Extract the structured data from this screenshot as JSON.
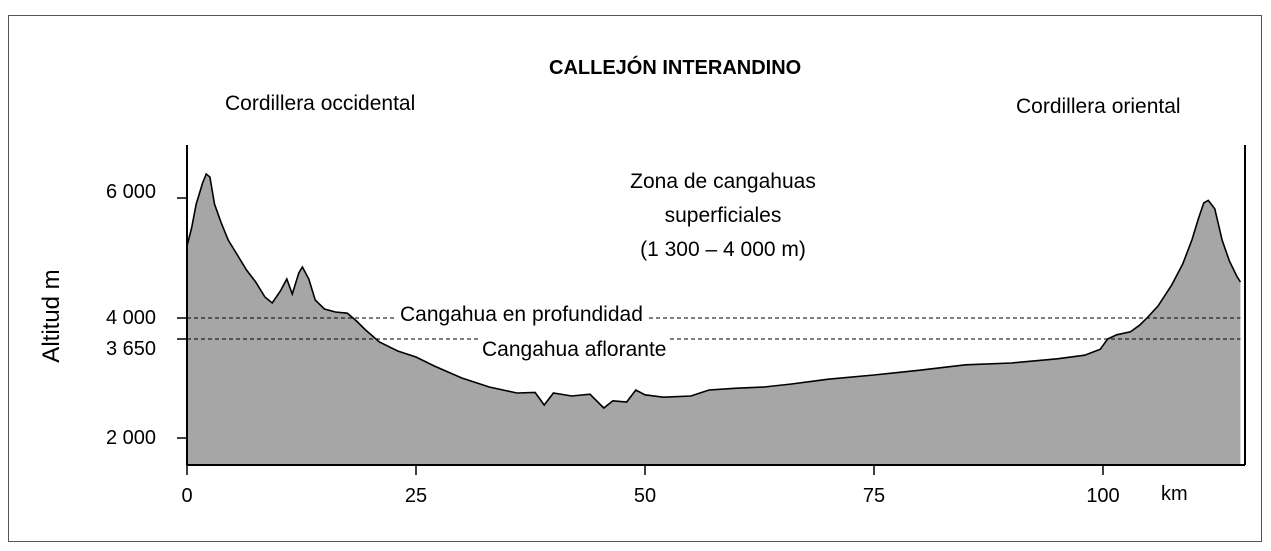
{
  "header": {
    "title": "CALLEJÓN INTERANDINO",
    "west_label": "Cordillera occidental",
    "east_label": "Cordillera oriental"
  },
  "annotations": {
    "zone_line1": "Zona de cangahuas",
    "zone_line2": "superficiales",
    "zone_line3": "(1 300 – 4 000 m)",
    "deep": "Cangahua en profundidad",
    "outcrop": "Cangahua aflorante"
  },
  "axes": {
    "y_title": "Altitud m",
    "y_ticks": [
      {
        "value": 6000,
        "label": "6 000"
      },
      {
        "value": 4000,
        "label": "4 000"
      },
      {
        "value": 3650,
        "label": "3 650"
      },
      {
        "value": 2000,
        "label": "2 000"
      }
    ],
    "x_ticks": [
      {
        "value": 0,
        "label": "0"
      },
      {
        "value": 25,
        "label": "25"
      },
      {
        "value": 50,
        "label": "50"
      },
      {
        "value": 75,
        "label": "75"
      },
      {
        "value": 100,
        "label": "100"
      }
    ],
    "x_unit": "km"
  },
  "colors": {
    "fill": "#a6a6a6",
    "outline": "#000000",
    "dashes": "#000000"
  },
  "chart_data": {
    "type": "area",
    "x_unit": "km",
    "y_unit": "m",
    "xlim": [
      0,
      115
    ],
    "reference_lines": [
      {
        "y": 4000,
        "label": "Cangahua en profundidad"
      },
      {
        "y": 3650,
        "label": "Cangahua aflorante"
      }
    ],
    "profile": [
      [
        0,
        5200
      ],
      [
        0.5,
        5500
      ],
      [
        1,
        5900
      ],
      [
        1.7,
        6250
      ],
      [
        2.1,
        6400
      ],
      [
        2.5,
        6350
      ],
      [
        3,
        5900
      ],
      [
        3.7,
        5600
      ],
      [
        4.5,
        5300
      ],
      [
        5.5,
        5050
      ],
      [
        6.5,
        4800
      ],
      [
        7.5,
        4600
      ],
      [
        8.5,
        4350
      ],
      [
        9.3,
        4250
      ],
      [
        10.2,
        4450
      ],
      [
        10.9,
        4650
      ],
      [
        11.5,
        4400
      ],
      [
        12.2,
        4750
      ],
      [
        12.6,
        4850
      ],
      [
        13.3,
        4650
      ],
      [
        14,
        4300
      ],
      [
        15,
        4150
      ],
      [
        16.2,
        4100
      ],
      [
        17.5,
        4080
      ],
      [
        18.5,
        3950
      ],
      [
        19.5,
        3800
      ],
      [
        21,
        3600
      ],
      [
        23,
        3450
      ],
      [
        25,
        3350
      ],
      [
        27,
        3200
      ],
      [
        30,
        3000
      ],
      [
        33,
        2850
      ],
      [
        36,
        2750
      ],
      [
        38,
        2760
      ],
      [
        39,
        2550
      ],
      [
        40,
        2750
      ],
      [
        42,
        2700
      ],
      [
        44,
        2730
      ],
      [
        45.5,
        2500
      ],
      [
        46.5,
        2620
      ],
      [
        48,
        2600
      ],
      [
        49,
        2800
      ],
      [
        50,
        2720
      ],
      [
        52,
        2680
      ],
      [
        55,
        2700
      ],
      [
        57,
        2800
      ],
      [
        60,
        2830
      ],
      [
        63,
        2850
      ],
      [
        66,
        2900
      ],
      [
        70,
        2980
      ],
      [
        75,
        3050
      ],
      [
        80,
        3130
      ],
      [
        85,
        3220
      ],
      [
        90,
        3250
      ],
      [
        95,
        3320
      ],
      [
        98,
        3380
      ],
      [
        99.7,
        3480
      ],
      [
        100.5,
        3650
      ],
      [
        101.5,
        3720
      ],
      [
        103,
        3770
      ],
      [
        104,
        3880
      ],
      [
        104.8,
        4000
      ],
      [
        106,
        4200
      ],
      [
        107.5,
        4550
      ],
      [
        108.7,
        4900
      ],
      [
        109.7,
        5300
      ],
      [
        110.4,
        5650
      ],
      [
        111,
        5920
      ],
      [
        111.5,
        5960
      ],
      [
        112.2,
        5820
      ],
      [
        113,
        5300
      ],
      [
        113.8,
        4950
      ],
      [
        114.6,
        4700
      ],
      [
        115,
        4600
      ]
    ]
  }
}
